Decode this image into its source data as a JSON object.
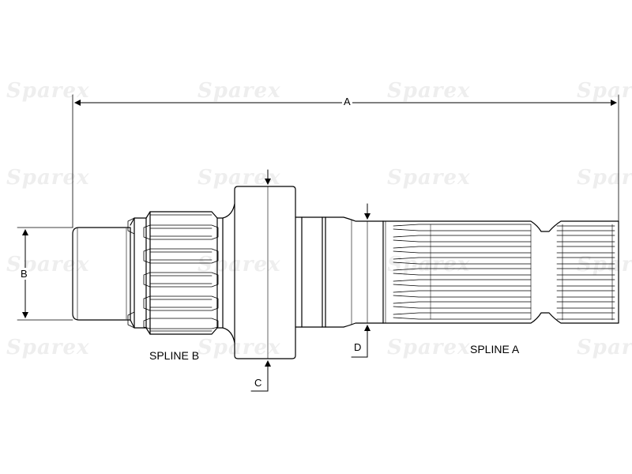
{
  "watermark": {
    "text": "Sparex"
  },
  "dimensions": {
    "a": "A",
    "b": "B",
    "c": "C",
    "d": "D"
  },
  "captions": {
    "spline_b": "SPLINE B",
    "spline_a": "SPLINE A"
  },
  "colors": {
    "line": "#000000",
    "watermark": "#eeeeee",
    "background": "#ffffff"
  }
}
